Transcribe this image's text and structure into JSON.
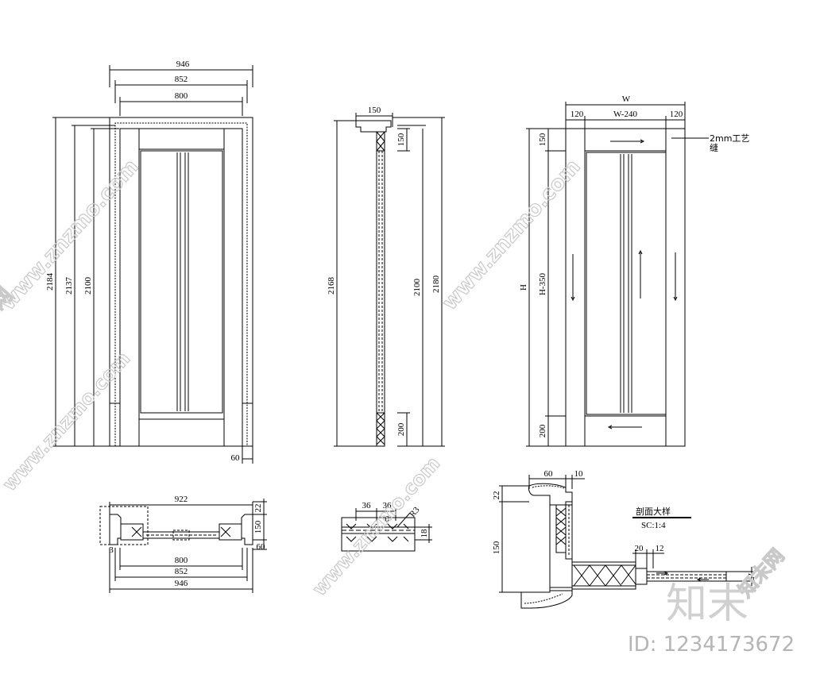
{
  "front_view": {
    "dims_top": [
      "946",
      "852",
      "800"
    ],
    "dims_left": [
      "2184",
      "2137",
      "2100"
    ],
    "dim_bottom": "60"
  },
  "side_section": {
    "dim_top": "150",
    "dim_left": "2168",
    "dims_right": [
      "150",
      "200",
      "2100",
      "2180"
    ]
  },
  "leaf_view": {
    "dim_w": "W",
    "dims_top": [
      "120",
      "W-240",
      "120"
    ],
    "dim_h": "H",
    "dims_left": [
      "150",
      "H-350",
      "200"
    ],
    "note": "2mm工艺",
    "note2": "缝"
  },
  "plan_view": {
    "dim_top": "922",
    "dims_right": [
      "22",
      "150",
      "60"
    ],
    "dim_left": "3",
    "dims_bottom": [
      "800",
      "852",
      "946"
    ]
  },
  "detail_small": {
    "dims": [
      "36",
      "36",
      "6",
      "R3",
      "18"
    ]
  },
  "section_detail": {
    "title": "剖面大样",
    "scale": "SC:1:4",
    "dims": [
      "60",
      "10",
      "22",
      "150",
      "20",
      "12",
      "15"
    ]
  },
  "watermark": {
    "text": "www.znzmo.com",
    "logo": "知末",
    "site_cn": "知末网",
    "id": "ID: 1234173672"
  }
}
